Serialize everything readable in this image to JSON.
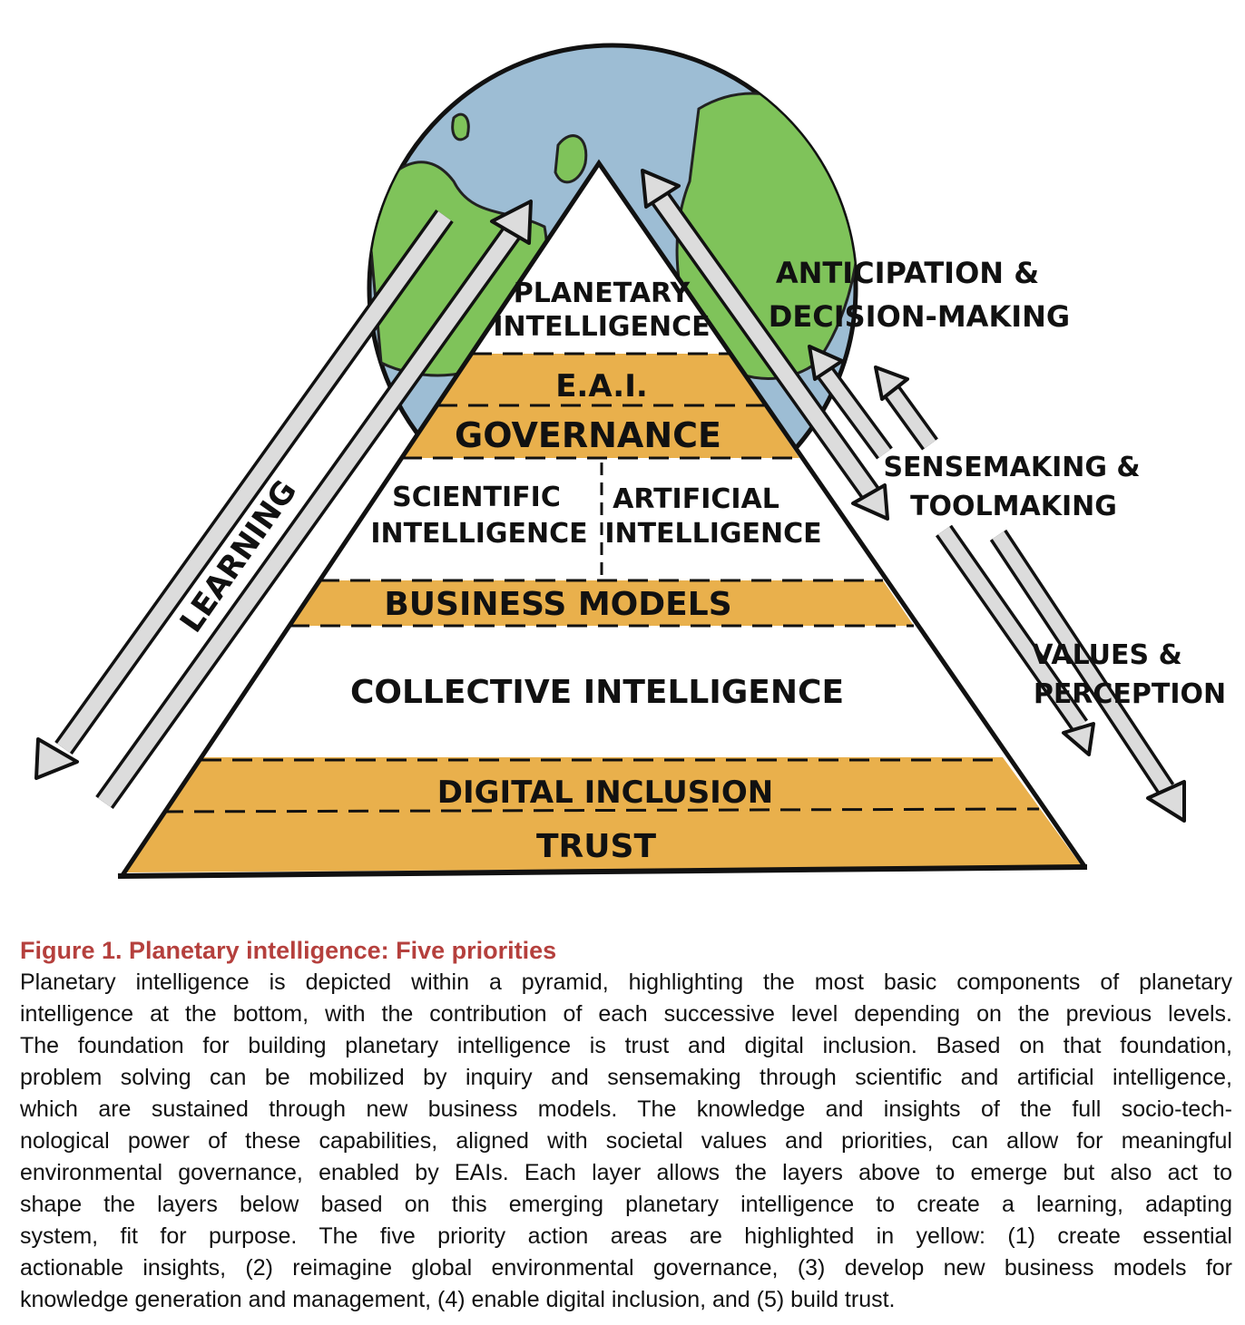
{
  "figure": {
    "labels": {
      "planetary_1": "PLANETARY",
      "planetary_2": "INTELLIGENCE",
      "eai": "E.A.I.",
      "governance": "GOVERNANCE",
      "scientific_1": "SCIENTIFIC",
      "scientific_2": "INTELLIGENCE",
      "artificial_1": "ARTIFICIAL",
      "artificial_2": "INTELLIGENCE",
      "business_models": "BUSINESS MODELS",
      "collective": "COLLECTIVE INTELLIGENCE",
      "digital_inclusion": "DIGITAL INCLUSION",
      "trust": "TRUST",
      "learning": "LEARNING",
      "anticipation_1": "ANTICIPATION &",
      "anticipation_2": "DECISION-MAKING",
      "sensemaking_1": "SENSEMAKING &",
      "sensemaking_2": "TOOLMAKING",
      "values_1": "VALUES &",
      "values_2": "PERCEPTION"
    },
    "colors": {
      "band": "#e9b04c",
      "ocean": "#9dbdd4",
      "land": "#7fc35a",
      "arrow": "#dcdcdc",
      "title": "#b5403d"
    }
  },
  "caption": {
    "title": "Figure 1.  Planetary intelligence: Five priorities",
    "lines": [
      "Planetary intelligence is depicted within a pyramid, highlighting the most basic components of planetary",
      "intelligence at the bottom, with the contribution of each successive level depending on the previous levels.",
      "The foundation for building planetary intelligence is trust and digital inclusion. Based on that foundation,",
      "problem solving can be mobilized by inquiry and sensemaking through scientific and artificial intelligence,",
      "which are sustained through new business models. The knowledge and insights of the full socio-tech-",
      "nological power of these capabilities, aligned with societal values and priorities, can allow for meaningful",
      "environmental governance, enabled by EAIs. Each layer allows the layers above to emerge but also act to",
      "shape the layers below based on this emerging planetary intelligence to create a learning, adapting",
      "system, fit for purpose. The five priority action areas are highlighted in yellow: (1) create essential",
      "actionable insights, (2) reimagine global environmental governance, (3) develop new business models for",
      "knowledge generation and management, (4) enable digital inclusion, and (5) build trust."
    ]
  }
}
